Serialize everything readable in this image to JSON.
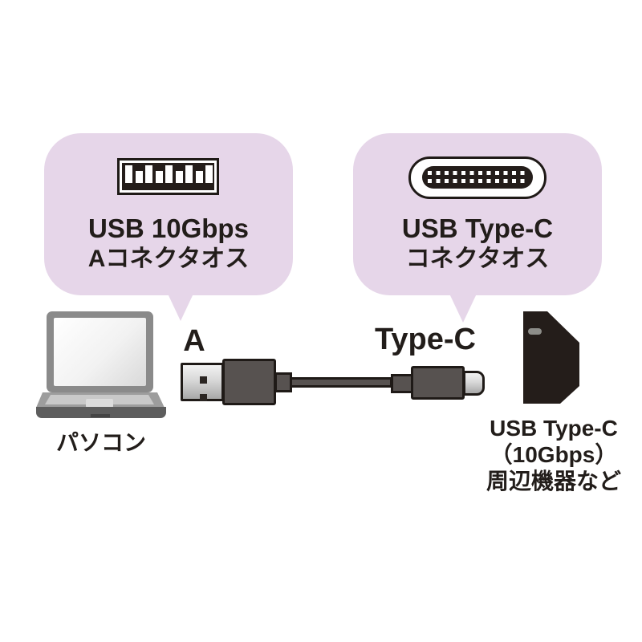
{
  "colors": {
    "bubble": "#e6d6e9",
    "ink": "#221d1a",
    "plug": "#575250",
    "outline": "#1f1a17",
    "black": "#241d1a"
  },
  "bubble_left": {
    "icon": "usb-a-connector-icon",
    "line1": "USB 10Gbps",
    "line2": "Aコネクタオス"
  },
  "bubble_right": {
    "icon": "usb-type-c-connector-icon",
    "line1": "USB Type-C",
    "line2": "コネクタオス"
  },
  "cable": {
    "label_a": "A",
    "label_c": "Type-C"
  },
  "computer": {
    "label": "パソコン"
  },
  "peripheral": {
    "line1": "USB Type-C",
    "line2": "（10Gbps）",
    "line3": "周辺機器など"
  }
}
